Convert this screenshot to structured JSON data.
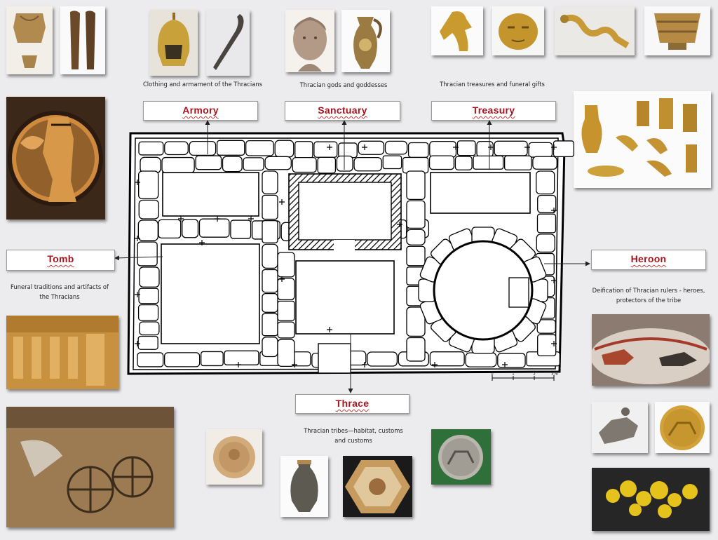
{
  "labels": {
    "armory": "Armory",
    "sanctuary": "Sanctuary",
    "treasury": "Treasury",
    "tomb": "Tomb",
    "heroon": "Heroon",
    "thrace": "Thrace"
  },
  "captions": {
    "armory": "Clothing and armament of the Thracians",
    "sanctuary": "Thracian gods and goddesses",
    "treasury": "Thracian treasures and funeral gifts",
    "tomb": "Funeral traditions and artifacts of the Thracians",
    "heroon": "Deification of Thracian rulers - heroes, protectors of the tribe",
    "thrace": "Thracian tribes—habitat, customs and customs"
  },
  "scale": {
    "ticks": [
      "0",
      "1",
      "2",
      "3 m"
    ]
  },
  "colors": {
    "label_text": "#a5141c",
    "background": "#ececee",
    "gold": "#c9a13a",
    "bronze": "#7a5a2e"
  },
  "images": [
    "breastplate-and-greaves-photo",
    "bronze-helmet-photo",
    "curved-sword-photo",
    "stone-head-sculpture-photo",
    "decorated-jug-photo",
    "golden-horse-protome-photo",
    "golden-mask-photo",
    "golden-serpent-ring-photo",
    "decorated-cup-photo",
    "red-figure-plate-thracian-warrior",
    "panagyurishte-gold-treasure-photo",
    "tomb-caryatids-photo",
    "chariot-burial-excavation-photo",
    "fresco-horseman-photo",
    "silver-horseman-plaque-photo",
    "gold-coin-horseman-photo",
    "golden-wreath-photo",
    "gold-medallion-photo",
    "silver-vessel-photo",
    "hexagonal-mosaic-photo",
    "silver-coin-photo"
  ]
}
